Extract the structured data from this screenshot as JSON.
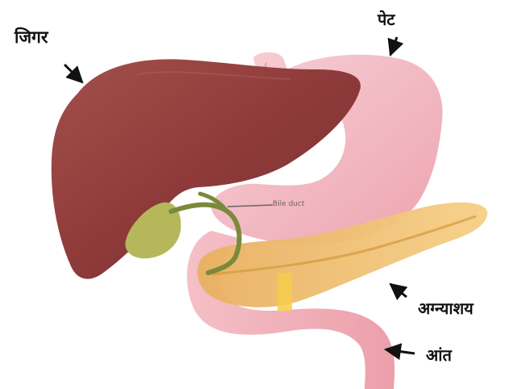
{
  "labels": {
    "liver": "जिगर",
    "stomach": "पेट",
    "pancreas": "अग्न्याशय",
    "intestine": "आंत",
    "duct": "Bile duct"
  },
  "colors": {
    "liver": "#8e3a3a",
    "stomach": "#f2b8c0",
    "pancreas": "#f0c070",
    "gallbladder": "#b5b85a",
    "duct": "#7a8a3a",
    "intestine": "#f0b0b8",
    "arrow": "#111111"
  }
}
